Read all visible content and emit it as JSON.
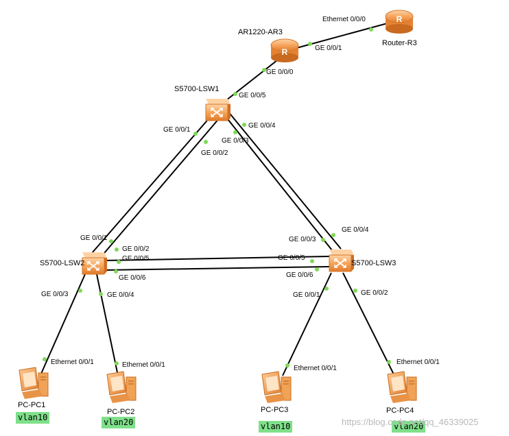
{
  "devices": {
    "router_r3": {
      "name": "Router-R3",
      "icon": "router-icon"
    },
    "ar3": {
      "name": "AR1220-AR3",
      "icon": "router-icon"
    },
    "lsw1": {
      "name": "S5700-LSW1",
      "icon": "switch-icon"
    },
    "lsw2": {
      "name": "S5700-LSW2",
      "icon": "switch-icon"
    },
    "lsw3": {
      "name": "S5700-LSW3",
      "icon": "switch-icon"
    },
    "pc1": {
      "name": "PC-PC1",
      "icon": "pc-icon"
    },
    "pc2": {
      "name": "PC-PC2",
      "icon": "pc-icon"
    },
    "pc3": {
      "name": "PC-PC3",
      "icon": "pc-icon"
    },
    "pc4": {
      "name": "PC-PC4",
      "icon": "pc-icon"
    }
  },
  "ports": {
    "r3_eth000": "Ethernet 0/0/0",
    "ar3_ge001": "GE 0/0/1",
    "ar3_ge000": "GE 0/0/0",
    "lsw1_ge005": "GE 0/0/5",
    "lsw1_ge001": "GE 0/0/1",
    "lsw1_ge002": "GE 0/0/2",
    "lsw1_ge003": "GE 0/0/3",
    "lsw1_ge004": "GE 0/0/4",
    "lsw2_ge001": "GE 0/0/1",
    "lsw2_ge002": "GE 0/0/2",
    "lsw2_ge005": "GE 0/0/5",
    "lsw2_ge006": "GE 0/0/6",
    "lsw2_ge003": "GE 0/0/3",
    "lsw2_ge004": "GE 0/0/4",
    "lsw3_ge003": "GE 0/0/3",
    "lsw3_ge004": "GE 0/0/4",
    "lsw3_ge005": "GE 0/0/5",
    "lsw3_ge006": "GE 0/0/6",
    "lsw3_ge001": "GE 0/0/1",
    "lsw3_ge002": "GE 0/0/2",
    "pc1_eth001": "Ethernet 0/0/1",
    "pc2_eth001": "Ethernet 0/0/1",
    "pc3_eth001": "Ethernet 0/0/1",
    "pc4_eth001": "Ethernet 0/0/1"
  },
  "vlans": {
    "pc1": "vlan10",
    "pc2": "vlan20",
    "pc3": "vlan10",
    "pc4": "vlan20"
  },
  "watermark": "https://blog.csdn.net/qq_46339025",
  "colors": {
    "link": "#000000",
    "port_dot": "#7ed957",
    "vlan_bg": "#7fe08a",
    "device_orange": "#f5a45c"
  }
}
